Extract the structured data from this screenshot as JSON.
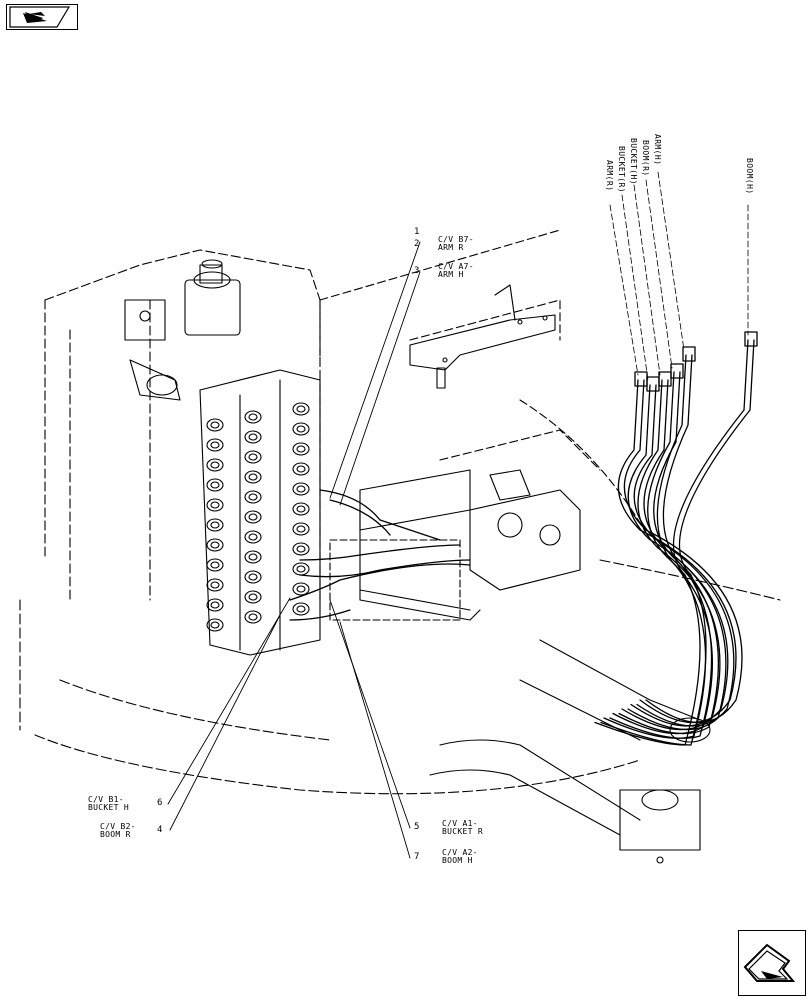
{
  "callouts": [
    {
      "num": "1",
      "text": ""
    },
    {
      "num": "2",
      "text": "C/V B7-\nARM R"
    },
    {
      "num": "3",
      "text": "C/V A7-\nARM H"
    },
    {
      "num": "4",
      "text": "C/V B2-\nBOOM R"
    },
    {
      "num": "5",
      "text": "C/V A1-\nBUCKET R"
    },
    {
      "num": "6",
      "text": "C/V B1-\nBUCKET H"
    },
    {
      "num": "7",
      "text": "C/V A2-\nBOOM H"
    }
  ],
  "hose_labels": {
    "arm_r": "ARM(R)",
    "bucket_r": "BUCKET(R)",
    "bucket_h": "BUCKET(H)",
    "boom_r": "BOOM(R)",
    "arm_h": "ARM(H)",
    "boom_h": "BOOM(H)"
  },
  "icons": {
    "top": "previous-page-arrow-icon",
    "bottom": "next-page-arrow-icon"
  }
}
